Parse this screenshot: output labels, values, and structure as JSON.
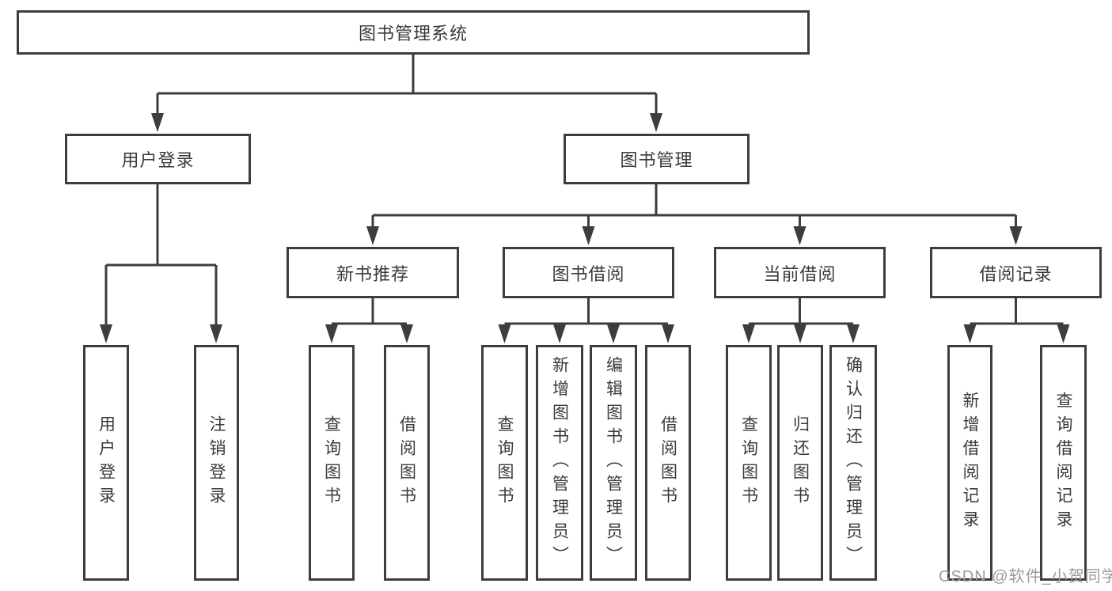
{
  "colors": {
    "line": "#3d3d3d",
    "box_border": "#3d3d3d",
    "box_bg": "#ffffff",
    "text": "#3a3a3a",
    "watermark": "#9c9c9c"
  },
  "watermark": {
    "text": "CSDN @软件_小贺同学"
  },
  "tree": {
    "root": {
      "label": "图书管理系统"
    },
    "children": [
      {
        "label": "用户登录",
        "children": [
          {
            "label": "用户登录"
          },
          {
            "label": "注销登录"
          }
        ]
      },
      {
        "label": "图书管理",
        "children": [
          {
            "label": "新书推荐",
            "children": [
              {
                "label": "查询图书"
              },
              {
                "label": "借阅图书"
              }
            ]
          },
          {
            "label": "图书借阅",
            "children": [
              {
                "label": "查询图书"
              },
              {
                "label": "新增图书（管理员）"
              },
              {
                "label": "编辑图书（管理员）"
              },
              {
                "label": "借阅图书"
              }
            ]
          },
          {
            "label": "当前借阅",
            "children": [
              {
                "label": "查询图书"
              },
              {
                "label": "归还图书"
              },
              {
                "label": "确认归还（管理员）"
              }
            ]
          },
          {
            "label": "借阅记录",
            "children": [
              {
                "label": "新增借阅记录"
              },
              {
                "label": "查询借阅记录"
              }
            ]
          }
        ]
      }
    ]
  }
}
